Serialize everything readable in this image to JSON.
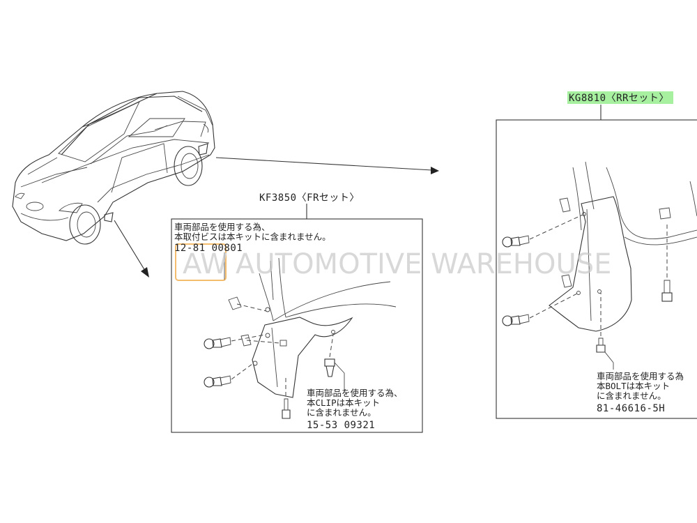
{
  "watermark": {
    "logo_text": "AW",
    "brand_text": "AUTOMOTIVE WAREHOUSE",
    "logo_color": "#f0a030"
  },
  "highlight_color": "#a6f0a0",
  "front_kit": {
    "part_number": "KF3850〈FRセット〉",
    "note_screw_line1": "車両部品を使用する為、",
    "note_screw_line2": "本取付ビスは本キットに含まれません。",
    "screw_part_number": "12-81 00801",
    "note_clip_line1": "車両部品を使用する為、",
    "note_clip_line2": "本CLIPは本キット",
    "note_clip_line3": "に含まれません。",
    "clip_part_number": "15-53 09321"
  },
  "rear_kit": {
    "part_number": "KG8810〈RRセット〉",
    "note_bolt_line1": "車両部品を使用する為",
    "note_bolt_line2": "本BOLTは本キット",
    "note_bolt_line3": "に含まれません。",
    "bolt_part_number": "81-46616-5H"
  }
}
